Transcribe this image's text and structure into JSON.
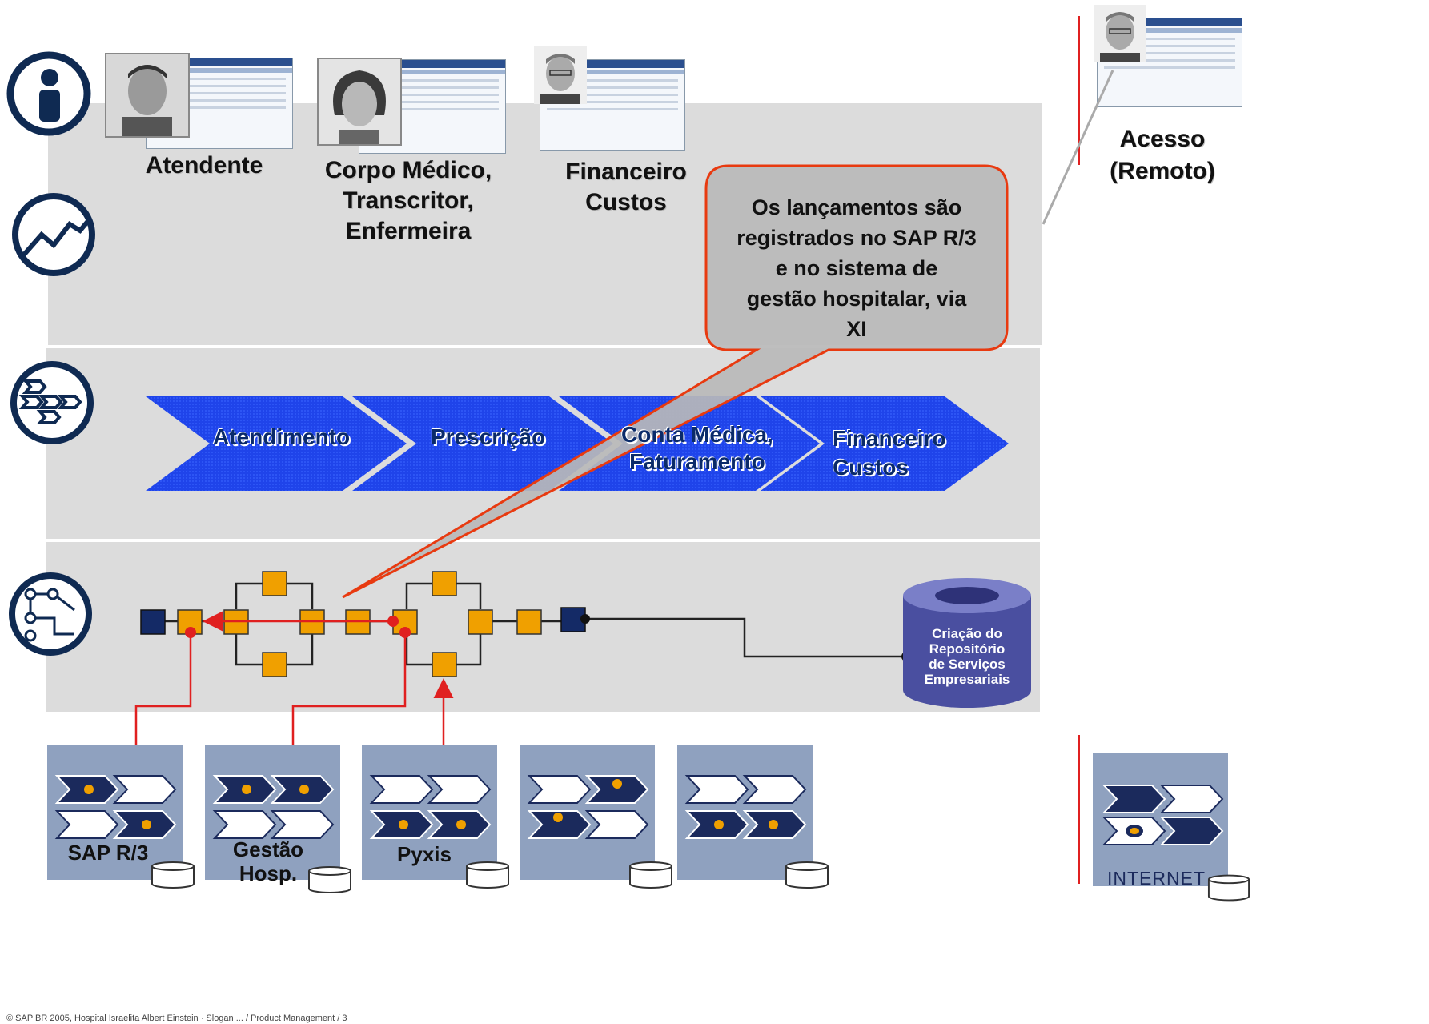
{
  "roles": {
    "atendente": "Atendente",
    "corpo_medico": [
      "Corpo Médico,",
      "Transcritor,",
      "Enfermeira"
    ],
    "financeiro": [
      "Financeiro",
      "Custos"
    ],
    "acesso": [
      "Acesso",
      "(Remoto)"
    ]
  },
  "callout": [
    "Os lançamentos são",
    "registrados no SAP R/3",
    "e no sistema de",
    "gestão hospitalar, via",
    "XI"
  ],
  "process_steps": [
    {
      "label": "Atendimento"
    },
    {
      "label": "Prescrição"
    },
    {
      "label1": "Conta Médica,",
      "label2": "Faturamento"
    },
    {
      "label1": "Financeiro",
      "label2": "Custos"
    }
  ],
  "repository": [
    "Criação do",
    "Repositório",
    "de Serviços",
    "Empresariais"
  ],
  "systems": [
    "SAP R/3",
    "Gestão",
    "Hosp.",
    "Pyxis"
  ],
  "internet": "INTERNET",
  "footer": "© SAP BR 2005, Hospital Israelita Albert Einstein · Slogan ... / Product Management / 3",
  "colors": {
    "band": "#dcdcdc",
    "chevron_blue": "#1a3fe0",
    "navy": "#1b2a5c",
    "orange": "#f0a000",
    "red": "#e02020",
    "system_box": "#8fa1bf",
    "repo": "#4a4fa0"
  },
  "icons": [
    "person-icon",
    "chart-trend-icon",
    "process-flow-icon",
    "integration-icon"
  ]
}
